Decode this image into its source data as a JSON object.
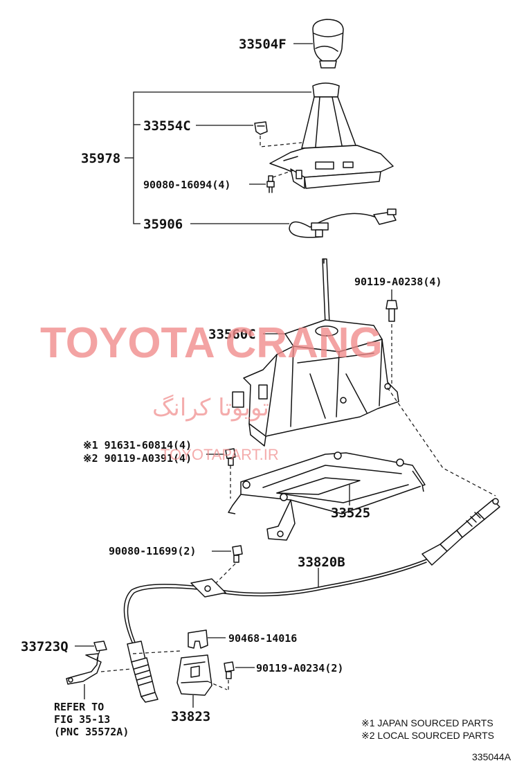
{
  "parts": {
    "knob": "33504F",
    "assembly": "35978",
    "clip_33554": "33554C",
    "bolt_90080_16094": "90080-16094(4)",
    "wire_35906": "35906",
    "bolt_90119_A0238": "90119-A0238(4)",
    "shift_lever": "33560C",
    "bolt_91631": "※1 91631-60814(4)",
    "bolt_90119_A0391": "※2 90119-A0391(4)",
    "bracket_33525": "33525",
    "bolt_90080_11699": "90080-11699(2)",
    "cable_33820": "33820B",
    "nut_33723": "33723Q",
    "clip_90468": "90468-14016",
    "bolt_90119_A0234": "90119-A0234(2)",
    "retainer_33823": "33823"
  },
  "refer": {
    "line1": "REFER TO",
    "line2": "FIG 35-13",
    "line3": "(PNC 35572A)"
  },
  "notes": {
    "note1": "※1 JAPAN SOURCED PARTS",
    "note2": "※2 LOCAL SOURCED PARTS"
  },
  "figure_code": "335044A",
  "watermark": {
    "main": "TOYOTA CRANG",
    "persian": "تویوتا کرانگ",
    "url": "TOYOTAPART.IR",
    "color": "#f08a8a"
  }
}
